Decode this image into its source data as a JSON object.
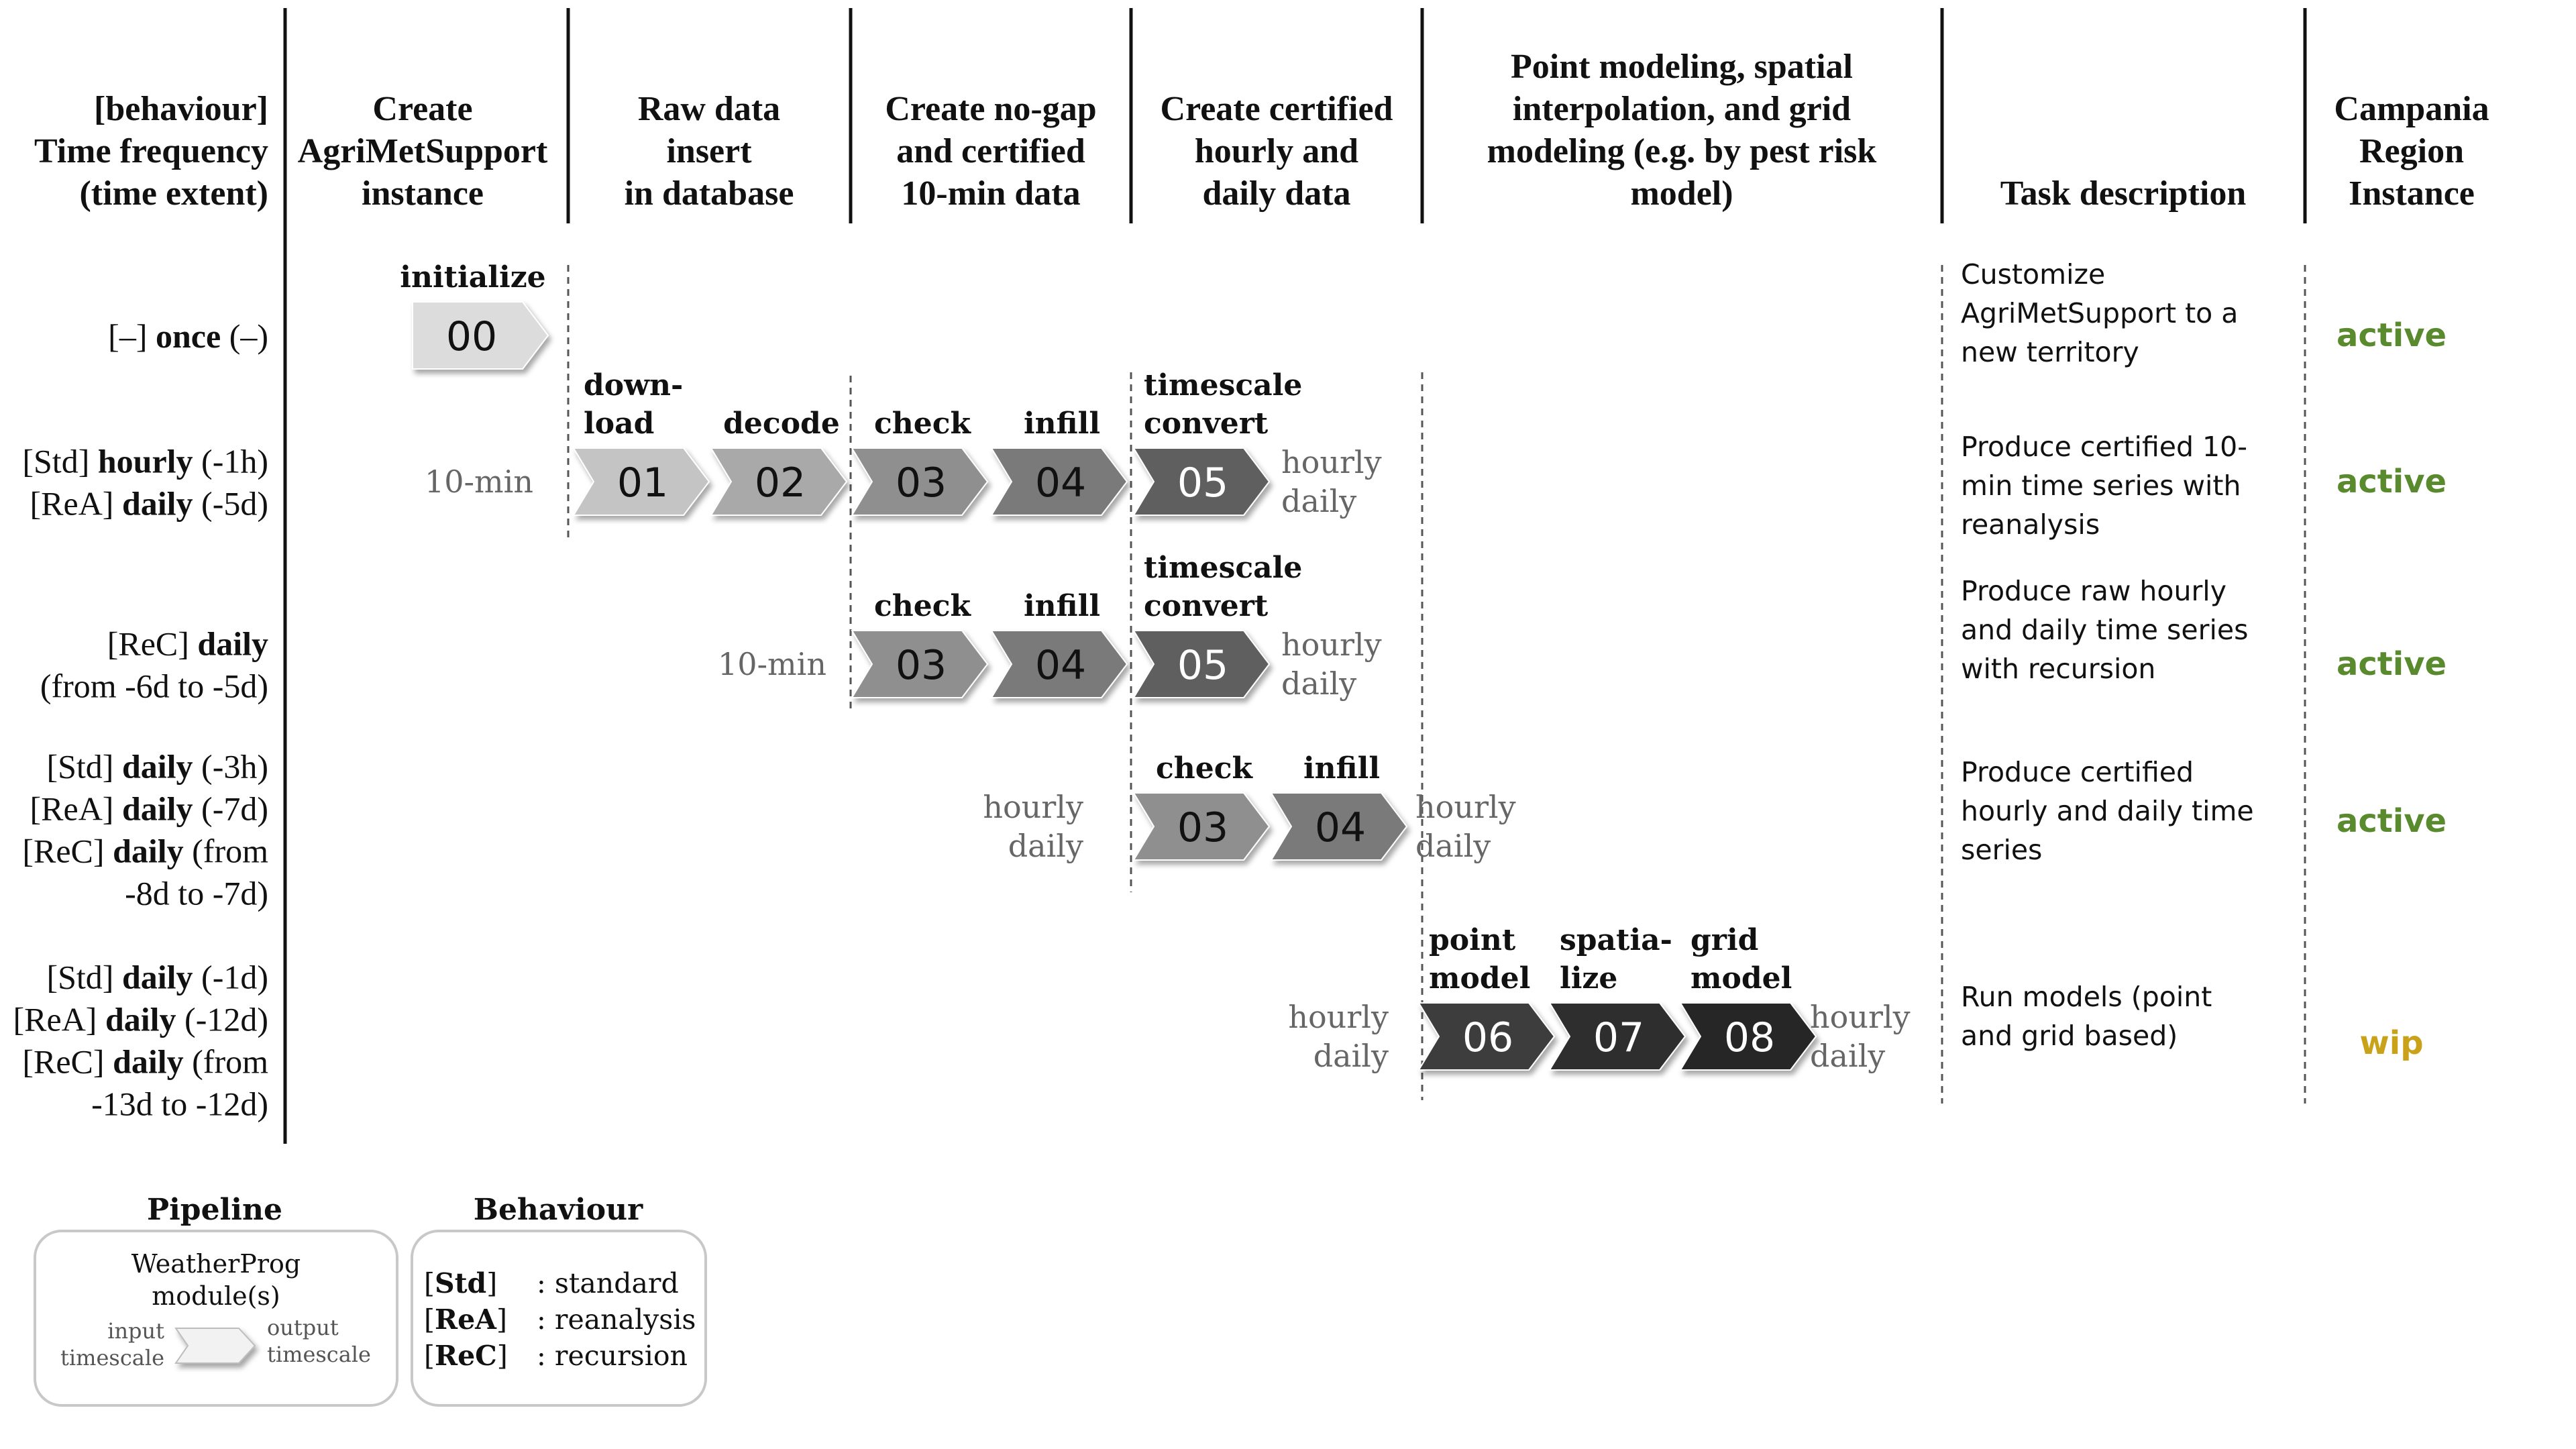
{
  "columns": {
    "behaviour": [
      "[behaviour]",
      "Time frequency",
      "(time extent)"
    ],
    "create_instance": [
      "Create",
      "AgriMetSupport",
      "instance"
    ],
    "raw_insert": [
      "Raw data",
      "insert",
      "in database"
    ],
    "nogap": [
      "Create no-gap",
      "and certified",
      "10-min data"
    ],
    "certified": [
      "Create certified",
      "hourly and",
      "daily data"
    ],
    "modeling": [
      "Point modeling, spatial",
      "interpolation, and grid",
      "modeling (e.g. by pest risk",
      "model)"
    ],
    "task": [
      "Task description"
    ],
    "campania": [
      "Campania",
      "Region",
      "Instance"
    ]
  },
  "rows": [
    {
      "behaviour": [
        [
          {
            "t": "[–] "
          },
          {
            "t": "once",
            "b": true
          },
          {
            "t": " (–)"
          }
        ]
      ],
      "task": [
        "Customize",
        "AgriMetSupport to a",
        "new territory"
      ],
      "status": "active"
    },
    {
      "behaviour": [
        [
          {
            "t": "[Std] "
          },
          {
            "t": "hourly",
            "b": true
          },
          {
            "t": " (-1h)"
          }
        ],
        [
          {
            "t": "[ReA] "
          },
          {
            "t": "daily",
            "b": true
          },
          {
            "t": " (-5d)"
          }
        ]
      ],
      "task": [
        "Produce certified 10-",
        "min time series with",
        "reanalysis"
      ],
      "status": "active"
    },
    {
      "behaviour": [
        [
          {
            "t": "[ReC] "
          },
          {
            "t": "daily",
            "b": true
          }
        ],
        [
          {
            "t": "(from -6d to -5d)"
          }
        ]
      ],
      "task": [
        "Produce raw hourly",
        "and daily time series",
        "with recursion"
      ],
      "status": "active"
    },
    {
      "behaviour": [
        [
          {
            "t": "[Std] "
          },
          {
            "t": "daily",
            "b": true
          },
          {
            "t": " (-3h)"
          }
        ],
        [
          {
            "t": "[ReA] "
          },
          {
            "t": "daily",
            "b": true
          },
          {
            "t": " (-7d)"
          }
        ],
        [
          {
            "t": "[ReC] "
          },
          {
            "t": "daily",
            "b": true
          },
          {
            "t": " (from"
          }
        ],
        [
          {
            "t": "-8d to -7d)"
          }
        ]
      ],
      "task": [
        "Produce certified",
        "hourly and daily time",
        "series"
      ],
      "status": "active"
    },
    {
      "behaviour": [
        [
          {
            "t": "[Std] "
          },
          {
            "t": "daily",
            "b": true
          },
          {
            "t": " (-1d)"
          }
        ],
        [
          {
            "t": "[ReA] "
          },
          {
            "t": "daily",
            "b": true
          },
          {
            "t": " (-12d)"
          }
        ],
        [
          {
            "t": "[ReC] "
          },
          {
            "t": "daily",
            "b": true
          },
          {
            "t": " (from"
          }
        ],
        [
          {
            "t": "-13d to -12d)"
          }
        ]
      ],
      "task": [
        "Run models (point",
        "and grid based)"
      ],
      "status": "wip"
    }
  ],
  "modules": [
    {
      "row": 0,
      "number": "00",
      "label": [
        "initialize"
      ],
      "fill": "#dcdcdc",
      "text_color": "#111111"
    },
    {
      "row": 1,
      "number": "01",
      "label": [
        "down-",
        "load"
      ],
      "fill": "#c4c4c4",
      "text_color": "#111111"
    },
    {
      "row": 1,
      "number": "02",
      "label": [
        "decode"
      ],
      "fill": "#a9a9a9",
      "text_color": "#111111"
    },
    {
      "row": 1,
      "number": "03",
      "label": [
        "check"
      ],
      "fill": "#8f8f8f",
      "text_color": "#111111"
    },
    {
      "row": 1,
      "number": "04",
      "label": [
        "infill"
      ],
      "fill": "#7a7a7a",
      "text_color": "#111111"
    },
    {
      "row": 1,
      "number": "05",
      "label": [
        "timescale",
        "convert"
      ],
      "fill": "#5e5e5e",
      "text_color": "#ffffff"
    },
    {
      "row": 2,
      "number": "03",
      "label": [
        "check"
      ],
      "fill": "#8f8f8f",
      "text_color": "#111111"
    },
    {
      "row": 2,
      "number": "04",
      "label": [
        "infill"
      ],
      "fill": "#7a7a7a",
      "text_color": "#111111"
    },
    {
      "row": 2,
      "number": "05",
      "label": [
        "timescale",
        "convert"
      ],
      "fill": "#5e5e5e",
      "text_color": "#ffffff"
    },
    {
      "row": 3,
      "number": "03",
      "label": [
        "check"
      ],
      "fill": "#8f8f8f",
      "text_color": "#111111"
    },
    {
      "row": 3,
      "number": "04",
      "label": [
        "infill"
      ],
      "fill": "#7a7a7a",
      "text_color": "#111111"
    },
    {
      "row": 4,
      "number": "06",
      "label": [
        "point",
        "model"
      ],
      "fill": "#3c3c3c",
      "text_color": "#ffffff"
    },
    {
      "row": 4,
      "number": "07",
      "label": [
        "spatia-",
        "lize"
      ],
      "fill": "#2e2e2e",
      "text_color": "#ffffff"
    },
    {
      "row": 4,
      "number": "08",
      "label": [
        "grid",
        "model"
      ],
      "fill": "#252525",
      "text_color": "#ffffff"
    }
  ],
  "timescales": [
    {
      "row": 1,
      "side": "input",
      "lines": [
        "10-min"
      ]
    },
    {
      "row": 1,
      "side": "output",
      "lines": [
        "hourly",
        "daily"
      ]
    },
    {
      "row": 2,
      "side": "input",
      "lines": [
        "10-min"
      ]
    },
    {
      "row": 2,
      "side": "output",
      "lines": [
        "hourly",
        "daily"
      ]
    },
    {
      "row": 3,
      "side": "input",
      "lines": [
        "hourly",
        "daily"
      ]
    },
    {
      "row": 3,
      "side": "output",
      "lines": [
        "hourly",
        "daily"
      ]
    },
    {
      "row": 4,
      "side": "input",
      "lines": [
        "hourly",
        "daily"
      ]
    },
    {
      "row": 4,
      "side": "output",
      "lines": [
        "hourly",
        "daily"
      ]
    }
  ],
  "legend": {
    "pipeline": {
      "title": "Pipeline",
      "module_text": [
        "WeatherProg",
        "module(s)"
      ],
      "input": [
        "input",
        "timescale"
      ],
      "output": [
        "output",
        "timescale"
      ]
    },
    "behaviour": {
      "title": "Behaviour",
      "items": [
        {
          "key": "Std",
          "desc": ": standard"
        },
        {
          "key": "ReA",
          "desc": ": reanalysis"
        },
        {
          "key": "ReC",
          "desc": ": recursion"
        }
      ]
    }
  },
  "colors": {
    "active": "#5a8a2e",
    "wip": "#c9a21a",
    "divider": "#111111",
    "dashed": "#555555"
  }
}
